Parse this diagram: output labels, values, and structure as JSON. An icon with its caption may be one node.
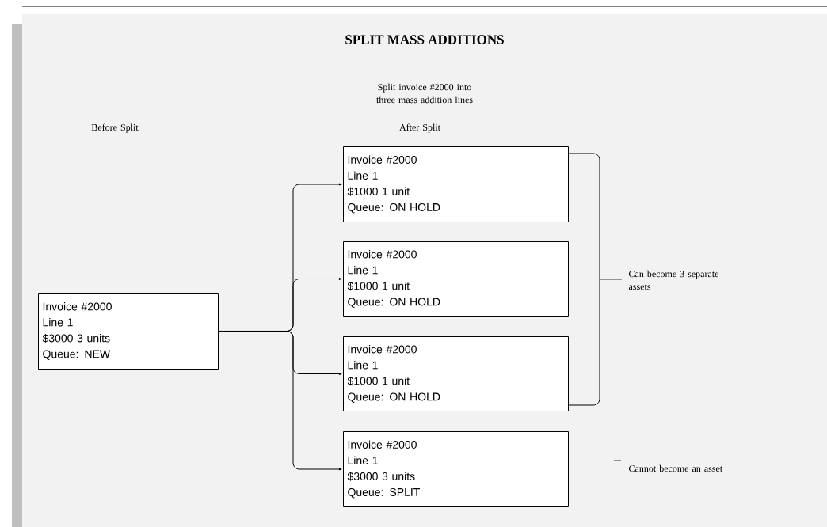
{
  "diagram": {
    "title": "SPLIT MASS ADDITIONS",
    "nodes": [
      {
        "text": [
          "Invoice #2000",
          "Line 1",
          "$3000 3 units",
          "Queue: NEW"
        ]
      },
      {
        "text": [
          "Invoice #2000",
          "Line 1",
          "$1000 1 unit",
          "Queue: ON HOLD"
        ]
      },
      {
        "text": [
          "Invoice #2000",
          "Line 1",
          "$1000 1 unit",
          "Queue: ON HOLD"
        ]
      },
      {
        "text": [
          "Invoice #2000",
          "Line 1",
          "$1000 1 unit",
          "Queue: ON HOLD"
        ]
      },
      {
        "text": [
          "Invoice #2000",
          "Line 1",
          "$3000 3 units",
          "Queue: SPLIT"
        ]
      }
    ],
    "edges": [
      {
        "from": 0,
        "to": 1,
        "arrow": "to"
      },
      {
        "from": 0,
        "to": 2,
        "arrow": "to"
      },
      {
        "from": 0,
        "to": 3,
        "arrow": "to"
      },
      {
        "from": 0,
        "to": 4,
        "arrow": "to"
      }
    ],
    "labels": [
      "Split invoice #2000 into three mass addition lines",
      "Before Split",
      "After Split",
      "Can become 3 separate assets",
      "Cannot become an asset"
    ]
  }
}
